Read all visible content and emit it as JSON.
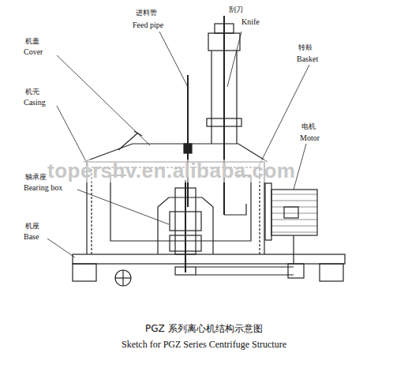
{
  "diagram": {
    "caption": "PGZ 系列离心机结构示意图",
    "labels": [
      "进料管",
      "Feed pipe",
      "刮刀",
      "Knife",
      "机盖",
      "Cover",
      "转鼓",
      "Basket",
      "机壳",
      "Casing",
      "电机",
      "Motor",
      "轴承座",
      "Bearing box",
      "机座",
      "Base",
      "topershv.en.alibaba.com",
      "Sketch for PGZ Series Centrifuge Structure"
    ]
  }
}
